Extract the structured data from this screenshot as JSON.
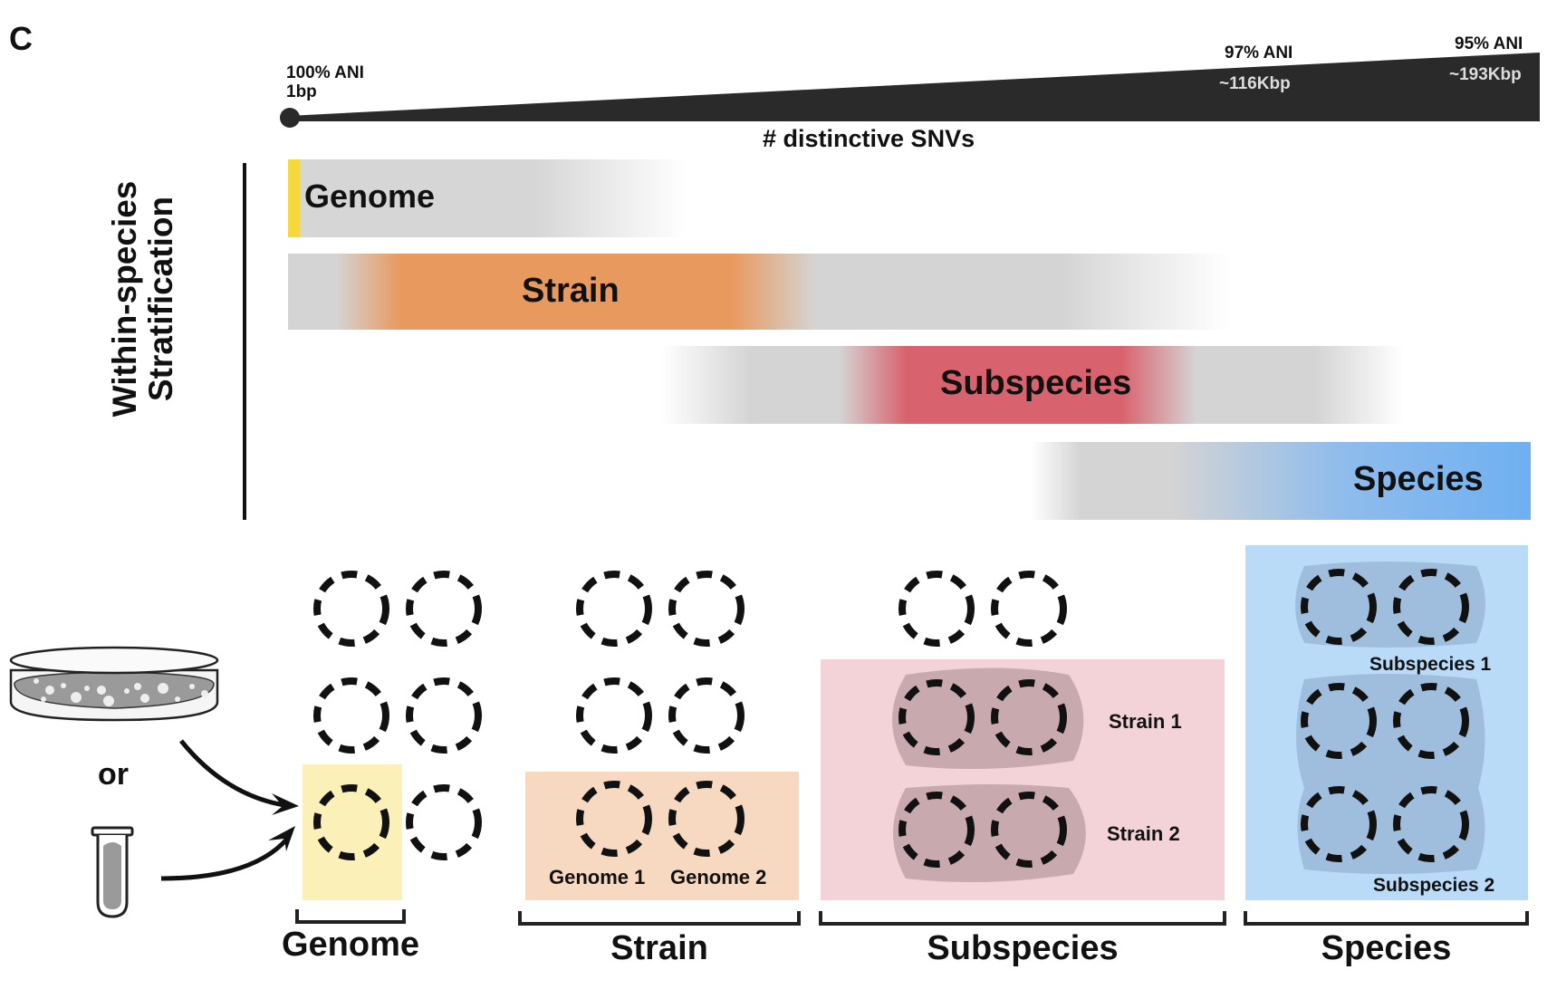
{
  "panel_label": "C",
  "axis": {
    "start": {
      "ani": "100% ANI",
      "size": "1bp"
    },
    "mid": {
      "ani": "97% ANI",
      "size": "~116Kbp"
    },
    "end": {
      "ani": "95% ANI",
      "size": "~193Kbp"
    },
    "label": "# distinctive SNVs"
  },
  "side_label": {
    "line1": "Within-species",
    "line2": "Stratification"
  },
  "levels": [
    {
      "label": "Genome",
      "color": "#f4d83c"
    },
    {
      "label": "Strain",
      "color": "#e8995e"
    },
    {
      "label": "Subspecies",
      "color": "#d8636e"
    },
    {
      "label": "Species",
      "color": "#6fb0f2"
    }
  ],
  "source": {
    "or_label": "or"
  },
  "groups": {
    "genome": {
      "caption": "Genome",
      "bg": "#fbf0b8"
    },
    "strain": {
      "caption": "Strain",
      "bg": "#f6d9c0",
      "items": [
        "Genome 1",
        "Genome 2"
      ]
    },
    "subspecies": {
      "caption": "Subspecies",
      "bg": "#f3d3d8",
      "blob": "#c7a9ae",
      "items": [
        "Strain 1",
        "Strain 2"
      ]
    },
    "species": {
      "caption": "Species",
      "bg": "#b9dbf8",
      "blob": "#9fbede",
      "items": [
        "Subspecies 1",
        "Subspecies 2"
      ]
    }
  }
}
